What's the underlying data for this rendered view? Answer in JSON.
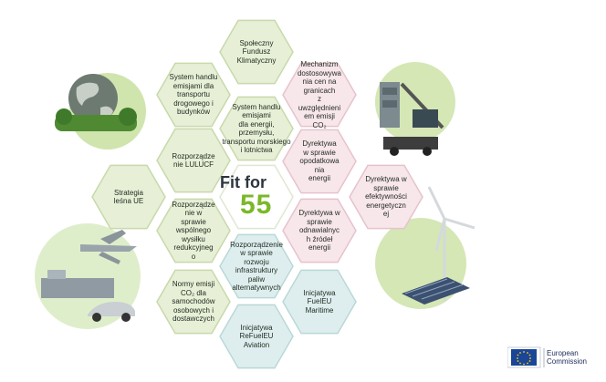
{
  "title": {
    "fit": "Fit for",
    "number": "55"
  },
  "colors": {
    "green": "#e7efd7",
    "green_edge": "#c8d9aa",
    "pink": "#f7e6ea",
    "pink_edge": "#e6c3cc",
    "teal": "#deeeee",
    "teal_edge": "#b9d8d8",
    "accent": "#7ab829"
  },
  "hexes": [
    {
      "id": "spoleczny-fundusz",
      "label": "Społeczny\nFundusz\nKlimatyczny",
      "color": "green"
    },
    {
      "id": "system-handlu-transport",
      "label": "System handlu\nemisjami dla\ntransportu\ndrogowego i\nbudynków",
      "color": "green"
    },
    {
      "id": "mechanizm-dostosowywania",
      "label": "Mechanizm\ndostosowywa\nnia cen na\ngranicach\nz\nuwzględnieni\nem emisji\nCO₂",
      "color": "pink"
    },
    {
      "id": "system-handlu-energia",
      "label": "System handlu\nemisjami\ndla energii, przemysłu,\ntransportu morskiego\ni lotnictwa",
      "color": "green"
    },
    {
      "id": "rozporzadzenie-lulucf",
      "label": "Rozporządze\nnie LULUCF",
      "color": "green"
    },
    {
      "id": "dyrektywa-opodatkowanie",
      "label": "Dyrektywa\nw sprawie\nopodatkowa\nnia\nenergii",
      "color": "pink"
    },
    {
      "id": "strategia-lesna",
      "label": "Strategia\nleśna UE",
      "color": "green"
    },
    {
      "id": "dyrektywa-efektywnosc",
      "label": "Dyrektywa w\nsprawie\nefektywności\nenergetyczn\nej",
      "color": "pink"
    },
    {
      "id": "rozporzadzenie-wysilek",
      "label": "Rozporządze\nnie w\nsprawie\nwspólnego\nwysiłku\nredukcyjneg\no",
      "color": "green"
    },
    {
      "id": "dyrektywa-oze",
      "label": "Dyrektywa w\nsprawie\nodnawialnyc\nh źródeł\nenergii",
      "color": "pink"
    },
    {
      "id": "rozporzadzenie-infrastruktura",
      "label": "Rozporządzenie\nw sprawie\nrozwoju\ninfrastruktury\npaliw\nalternatywnych",
      "color": "teal"
    },
    {
      "id": "normy-emisji",
      "label": "Normy emisji\nCO₂ dla\nsamochodów\nosobowych i\ndostawczych",
      "color": "green"
    },
    {
      "id": "fueleu-maritime",
      "label": "Inicjatywa\nFuelEU\nMaritime",
      "color": "teal"
    },
    {
      "id": "refueleu-aviation",
      "label": "Inicjatywa\nReFuelEU\nAviation",
      "color": "teal"
    }
  ],
  "logo": {
    "line1": "European",
    "line2": "Commission"
  }
}
